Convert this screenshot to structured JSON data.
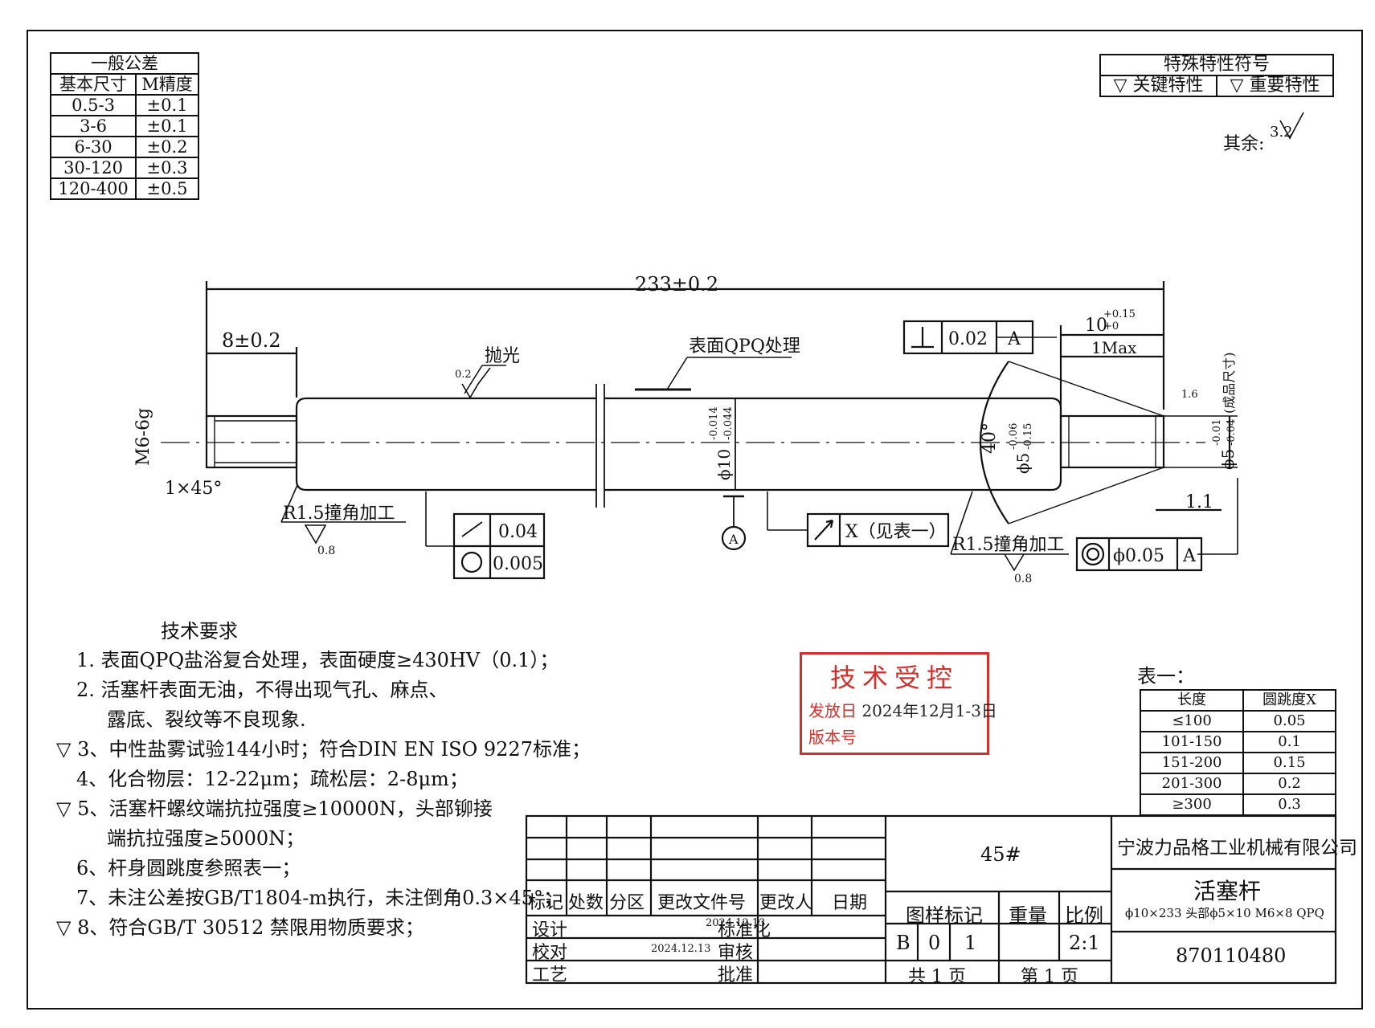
{
  "general_tolerance": {
    "title": "一般公差",
    "col_size": "基本尺寸",
    "col_grade": "M精度",
    "rows": [
      {
        "size": "0.5-3",
        "tol": "±0.1"
      },
      {
        "size": "3-6",
        "tol": "±0.1"
      },
      {
        "size": "6-30",
        "tol": "±0.2"
      },
      {
        "size": "30-120",
        "tol": "±0.3"
      },
      {
        "size": "120-400",
        "tol": "±0.5"
      }
    ]
  },
  "special_symbols": {
    "title": "特殊特性符号",
    "key": "关键特性",
    "important": "重要特性"
  },
  "roughness_other": {
    "label": "其余:",
    "value": "3.2"
  },
  "dimensions": {
    "total_length": "233±0.2",
    "thread_length": "8±0.2",
    "thread": "M6-6g",
    "chamfer": "1×45°",
    "fillet_left": "R1.5撞角加工",
    "fillet_right": "R1.5撞角加工",
    "roughness_08_a": "0.8",
    "roughness_08_b": "0.8",
    "polish": "抛光",
    "polish_ra": "0.2",
    "surface_treat": "表面QPQ处理",
    "body_dia": "ϕ10",
    "body_tol_upper": "-0.014",
    "body_tol_lower": "-0.044",
    "head_dia": "ϕ5",
    "head_tol_upper": "-0.06",
    "head_tol_lower": "-0.15",
    "end_dia": "ϕ5",
    "end_tol_upper": "-0.01",
    "end_tol_lower": "-0.04",
    "end_note": "(成品尺寸)",
    "angle": "40°",
    "head_len": "10",
    "head_len_upper": "+0.15",
    "head_len_lower": "+0",
    "max_len": "1Max",
    "end_len": "1.1",
    "end_ra": "1.6",
    "datum": "A"
  },
  "gdt": {
    "perp_value": "0.02",
    "perp_datum": "A",
    "cyl_value": "0.04",
    "round_value": "0.005",
    "runout_value": "X（见表一）",
    "coax_value": "ϕ0.05",
    "coax_datum": "A"
  },
  "tech_requirements": {
    "title": "技术要求",
    "items": [
      "1. 表面QPQ盐浴复合处理，表面硬度≥430HV（0.1）；",
      "2. 活塞杆表面无油，不得出现气孔、麻点、",
      "露底、裂纹等不良现象.",
      "3、中性盐雾试验144小时；符合DIN EN ISO 9227标准；",
      "4、化合物层：12-22μm；疏松层：2-8μm；",
      "5、活塞杆螺纹端抗拉强度≥10000N，头部铆接",
      "端抗拉强度≥5000N；",
      "6、杆身圆跳度参照表一；",
      "7、未注公差按GB/T1804-m执行，未注倒角0.3×45°；",
      "8、符合GB/T 30512 禁限用物质要求；"
    ]
  },
  "stamp": {
    "title": "技术受控",
    "issue_label": "发放日",
    "issue_date": "2024年12月1-3日",
    "version_label": "版本号"
  },
  "table1": {
    "title": "表一：",
    "col_len": "长度",
    "col_runout": "圆跳度X",
    "rows": [
      {
        "len": "≤100",
        "x": "0.05"
      },
      {
        "len": "101-150",
        "x": "0.1"
      },
      {
        "len": "151-200",
        "x": "0.15"
      },
      {
        "len": "201-300",
        "x": "0.2"
      },
      {
        "len": "≥300",
        "x": "0.3"
      }
    ]
  },
  "title_block": {
    "material": "45#",
    "company": "宁波力品格工业机械有限公司",
    "part_name": "活塞杆",
    "part_spec": "ϕ10×233 头部ϕ5×10 M6×8 QPQ",
    "drawing_no": "870110480",
    "labels": {
      "mark": "标记",
      "count": "处数",
      "zone": "分区",
      "change_doc": "更改文件号",
      "changer": "更改人",
      "date": "日期",
      "design": "设计",
      "check": "校对",
      "process": "工艺",
      "standard": "标准化",
      "review": "审核",
      "approve": "批准",
      "sample_mark": "图样标记",
      "weight": "重量",
      "scale": "比例"
    },
    "sample_marks": [
      "B",
      "0",
      "1"
    ],
    "scale_value": "2:1",
    "total_pages": "共 1 页",
    "page_no": "第 1 页",
    "design_date": "2024.12.13",
    "check_date": "2024.12.13"
  }
}
